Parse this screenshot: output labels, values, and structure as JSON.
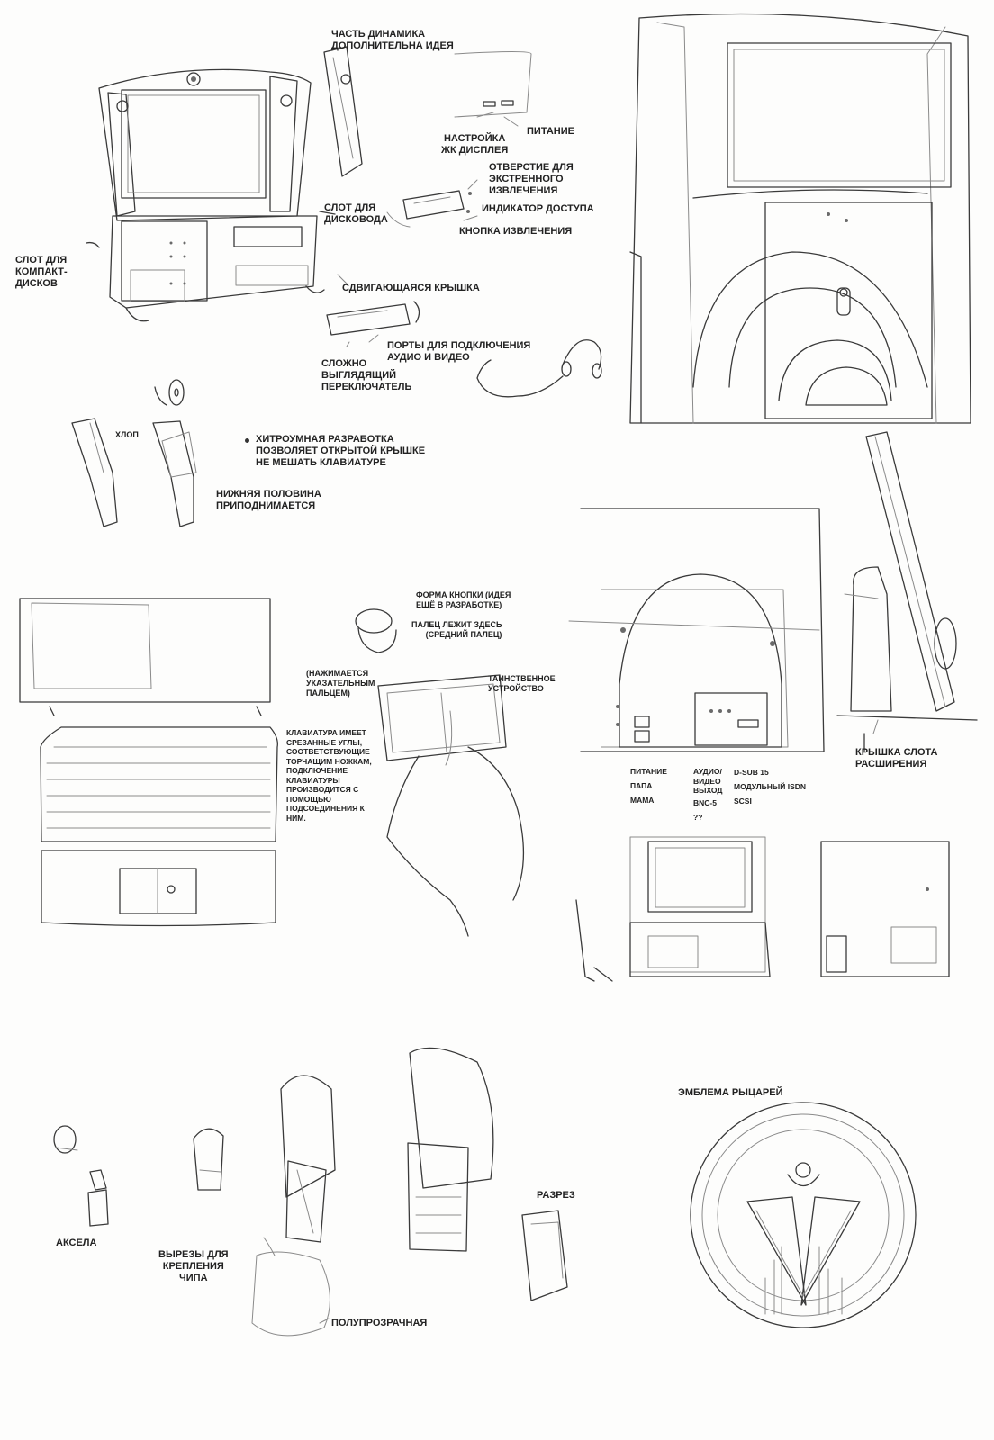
{
  "labels": {
    "speaker_part": "ЧАСТЬ ДИНАМИКА\nДОПОЛНИТЕЛЬНА ИДЕЯ",
    "power": "ПИТАНИЕ",
    "lcd_setting": "НАСТРОЙКА\nЖК ДИСПЛЕЯ",
    "emergency_hole": "ОТВЕРСТИЕ ДЛЯ\nЭКСТРЕННОГО\nИЗВЛЕЧЕНИЯ",
    "access_indicator": "ИНДИКАТОР ДОСТУПА",
    "eject_button": "КНОПКА ИЗВЛЕЧЕНИЯ",
    "floppy_slot": "СЛОТ ДЛЯ\nДИСКОВОДА",
    "cd_slot": "СЛОТ ДЛЯ\nКОМПАКТ-\nДИСКОВ",
    "sliding_cover": "СДВИГАЮЩАЯСЯ КРЫШКА",
    "av_ports": "ПОРТЫ ДЛЯ ПОДКЛЮЧЕНИЯ\nАУДИО И ВИДЕО",
    "complex_switch": "СЛОЖНО\nВЫГЛЯДЯЩИЙ\nПЕРЕКЛЮЧАТЕЛЬ",
    "clap": "ХЛОП",
    "clever_design": "ХИТРОУМНАЯ РАЗРАБОТКА\nПОЗВОЛЯЕТ ОТКРЫТОЙ КРЫШКЕ\nНЕ МЕШАТЬ КЛАВИАТУРЕ",
    "lower_half": "НИЖНЯЯ ПОЛОВИНА\nПРИПОДНИМАЕТСЯ",
    "button_shape": "ФОРМА КНОПКИ (ИДЕЯ\nЕЩЁ В РАЗРАБОТКЕ)",
    "finger_rests": "ПАЛЕЦ ЛЕЖИТ ЗДЕСЬ\n(СРЕДНИЙ ПАЛЕЦ)",
    "index_finger": "(НАЖИМАЕТСЯ\nУКАЗАТЕЛЬНЫМ\nПАЛЬЦЕМ)",
    "mysterious_device": "ТАИНСТВЕННОЕ\nУСТРОЙСТВО",
    "keyboard_note": "КЛАВИАТУРА ИМЕЕТ\nСРЕЗАННЫЕ УГЛЫ,\nСООТВЕТСТВУЮЩИЕ\nТОРЧАЩИМ НОЖКАМ,\nПОДКЛЮЧЕНИЕ\nКЛАВИАТУРЫ\nПРОИЗВОДИТСЯ С\nПОМОЩЬЮ\nПОДСОЕДИНЕНИЯ К\nНИМ.",
    "port_power": "ПИТАНИЕ",
    "port_male": "ПАПА",
    "port_female": "МАМА",
    "av_out": "АУДИО/\nВИДЕО\nВЫХОД",
    "bnc5": "BNC-5",
    "unknown": "??",
    "dsub15": "D-SUB 15",
    "isdn": "МОДУЛЬНЫЙ ISDN",
    "scsi": "SCSI",
    "expansion_cover": "КРЫШКА СЛОТА\nРАСШИРЕНИЯ",
    "knights_emblem": "ЭМБЛЕМА РЫЦАРЕЙ",
    "axela": "АКСЕЛА",
    "chip_cutouts": "ВЫРЕЗЫ ДЛЯ\nКРЕПЛЕНИЯ\nЧИПА",
    "section": "РАЗРЕЗ",
    "translucent": "ПОЛУПРОЗРАЧНАЯ"
  }
}
